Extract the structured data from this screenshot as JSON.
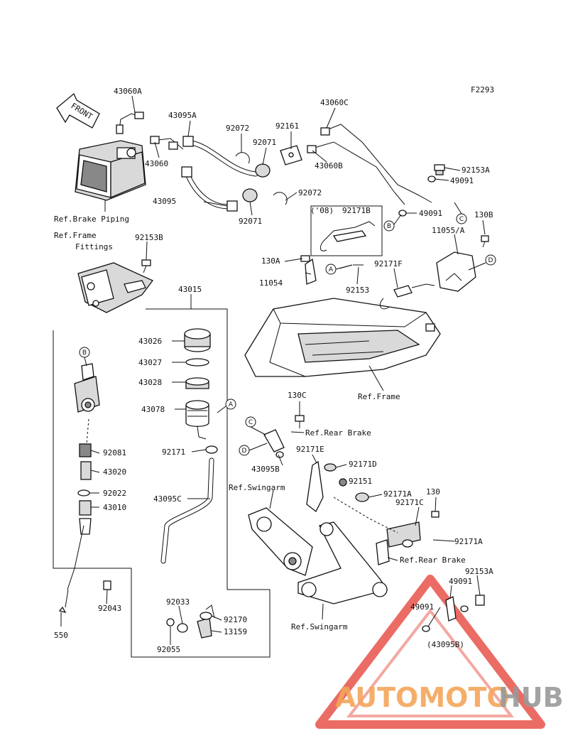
{
  "figure_code": "F2293",
  "front_arrow": "FRONT",
  "labels": {
    "p43060A": "43060A",
    "p43095A": "43095A",
    "p92072a": "92072",
    "p92161": "92161",
    "p43060C": "43060C",
    "p43060": "43060",
    "p92071a": "92071",
    "p43060B": "43060B",
    "p92153A_top": "92153A",
    "p49091_top": "49091",
    "p43095": "43095",
    "p92072b": "92072",
    "p92071b": "92071",
    "ref_brake_piping": "Ref.Brake Piping",
    "p08": "('08)",
    "p92171B": "92171B",
    "p49091_mid": "49091",
    "p130B": "130B",
    "ref_frame_fittings_1": "Ref.Frame",
    "ref_frame_fittings_2": "Fittings",
    "p92153B": "92153B",
    "p11055A": "11055/A",
    "p130A": "130A",
    "p92171F": "92171F",
    "p11054": "11054",
    "p92153": "92153",
    "p43015": "43015",
    "p43026": "43026",
    "p43027": "43027",
    "p43028": "43028",
    "ref_frame": "Ref.Frame",
    "p43078": "43078",
    "p130C": "130C",
    "ref_rear_brake_1": "Ref.Rear Brake",
    "p92081": "92081",
    "p92171": "92171",
    "p43095B": "43095B",
    "p92171E": "92171E",
    "p43020": "43020",
    "p92171D": "92171D",
    "ref_swingarm_1": "Ref.Swingarm",
    "p92022": "92022",
    "p43095C": "43095C",
    "p92151": "92151",
    "p92171A_1": "92171A",
    "p43010": "43010",
    "p130": "130",
    "p92171C": "92171C",
    "p92171A_2": "92171A",
    "ref_rear_brake_2": "Ref.Rear Brake",
    "p92153A_bot": "92153A",
    "p49091_bot1": "49091",
    "p92043": "92043",
    "p92033": "92033",
    "p49091_bot2": "49091",
    "p92170": "92170",
    "p13159": "13159",
    "p550": "550",
    "p92055": "92055",
    "p43095B_paren": "(43095B)",
    "ref_swingarm_2": "Ref.Swingarm"
  },
  "callouts": {
    "c_A1": "A",
    "c_B1": "B",
    "c_C1": "C",
    "c_D1": "D",
    "c_B2": "B",
    "c_A2": "A",
    "c_C2": "C",
    "c_D2": "D"
  },
  "watermark": {
    "text_orange": "AUTOMOTO",
    "text_gray": "HUB",
    "orange": "#f4a65a",
    "gray": "#9a9a9a",
    "triangle_red": "#e8534a"
  }
}
